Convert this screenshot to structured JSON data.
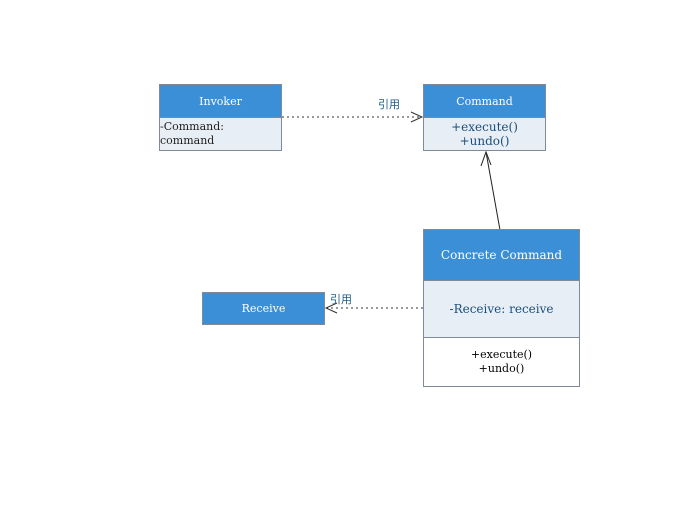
{
  "classes": {
    "invoker": {
      "name": "Invoker",
      "attributes": [
        "-Command: command"
      ]
    },
    "command": {
      "name": "Command",
      "operations": [
        "+execute()",
        "+undo()"
      ]
    },
    "concrete": {
      "name": "Concrete Command",
      "attributes": [
        "-Receive: receive"
      ],
      "operations": [
        "+execute()",
        "+undo()"
      ]
    },
    "receive": {
      "name": "Receive"
    }
  },
  "relations": {
    "invoker_to_command": {
      "label": "引用"
    },
    "concrete_to_receive": {
      "label": "引用"
    }
  },
  "colors": {
    "header": "#3a8fd6",
    "attribute_bg": "#e8eef6",
    "border": "#7f8a96",
    "label": "#1a5a8a"
  }
}
